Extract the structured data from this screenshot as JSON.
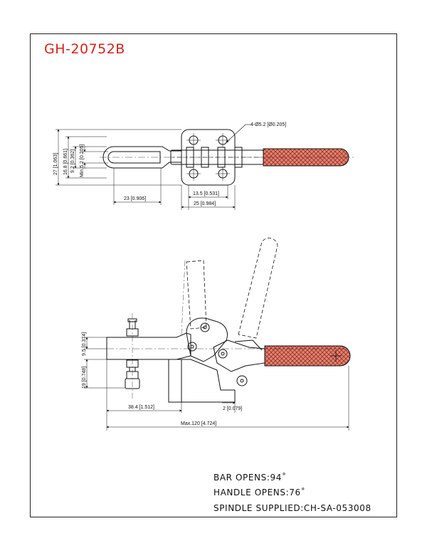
{
  "title": "GH-20752B",
  "colors": {
    "title": "#d4231e",
    "line": "#111111",
    "grip_fill": "#e9806f"
  },
  "top_view": {
    "hole_callout": "4-Ø5.2 [Ø0.205]",
    "dim_27": "27 [1.063]",
    "dim_16_8": "16.8 [0.661]",
    "dim_9_2": "9.2 [0.362]",
    "dim_min_5_2": "Min.5.2 [0.205]",
    "dim_23": "23 [0.906]",
    "dim_13_5": "13.5 [0.531]",
    "dim_25": "25 [0.984]"
  },
  "side_view": {
    "dim_9_5": "9.5 [0.374]",
    "dim_19": "19 [0.748]",
    "dim_38_4": "38.4 [1.512]",
    "dim_2": "2 [0.079]",
    "dim_max_120": "Max.120 [4.724]"
  },
  "notes": {
    "bar_opens": "BAR OPENS:94˚",
    "handle_opens": "HANDLE OPENS:76˚",
    "spindle": "SPINDLE SUPPLIED:CH-SA-053008"
  }
}
